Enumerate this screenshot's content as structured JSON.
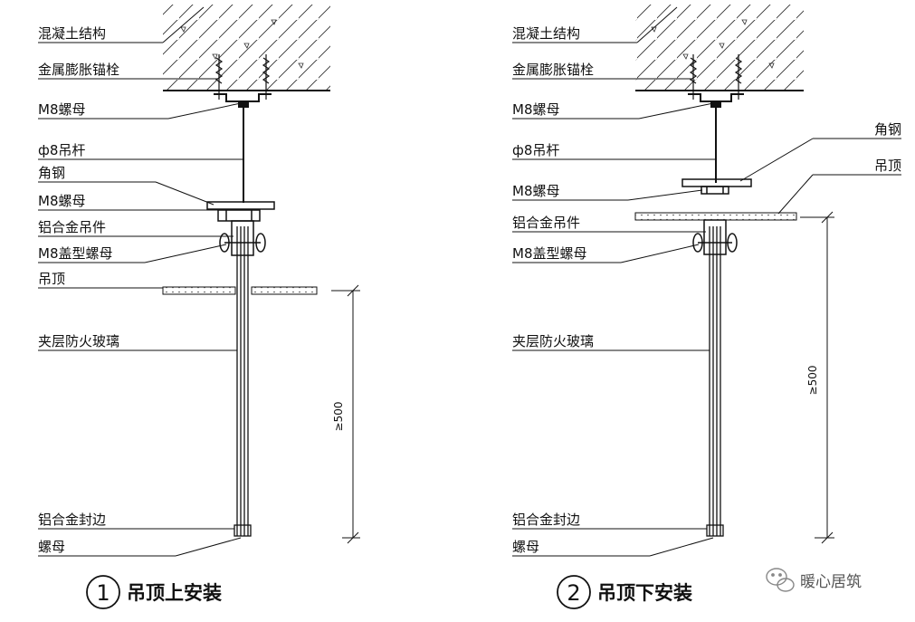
{
  "left": {
    "labels": {
      "concrete": "混凝土结构",
      "anchor": "金属膨胀锚栓",
      "nut_top": "M8螺母",
      "rod": "ф8吊杆",
      "angle": "角钢",
      "nut_mid": "M8螺母",
      "hanger": "铝合金吊件",
      "cap_nut": "M8盖型螺母",
      "ceiling": "吊顶",
      "glass": "夹层防火玻璃",
      "edge": "铝合金封边",
      "nut_bottom": "螺母"
    },
    "dimension": "≥500",
    "caption_number": "1",
    "caption_text": "吊顶上安装"
  },
  "right": {
    "labels": {
      "concrete": "混凝土结构",
      "anchor": "金属膨胀锚栓",
      "nut_top": "M8螺母",
      "rod": "ф8吊杆",
      "angle": "角钢",
      "ceiling": "吊顶",
      "nut_mid": "M8螺母",
      "hanger": "铝合金吊件",
      "cap_nut": "M8盖型螺母",
      "glass": "夹层防火玻璃",
      "edge": "铝合金封边",
      "nut_bottom": "螺母"
    },
    "dimension": "≥500",
    "caption_number": "2",
    "caption_text": "吊顶下安装"
  },
  "watermark": {
    "text": "暖心居筑",
    "icon": "wechat-icon"
  }
}
